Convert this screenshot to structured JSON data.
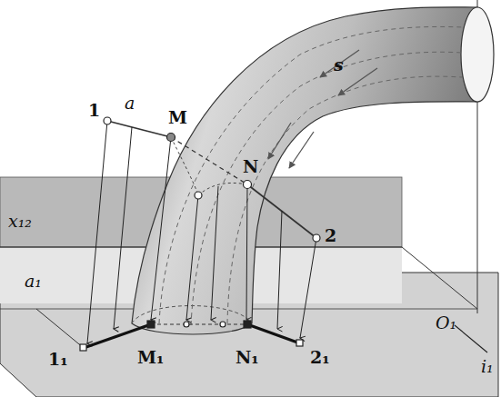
{
  "diagram": {
    "labels": [
      "1",
      "a",
      "M",
      "N",
      "2",
      "s",
      "x₁₂",
      "a₁",
      "M₁",
      "N₁",
      "1₁",
      "2₁",
      "O₁",
      "i₁"
    ]
  }
}
